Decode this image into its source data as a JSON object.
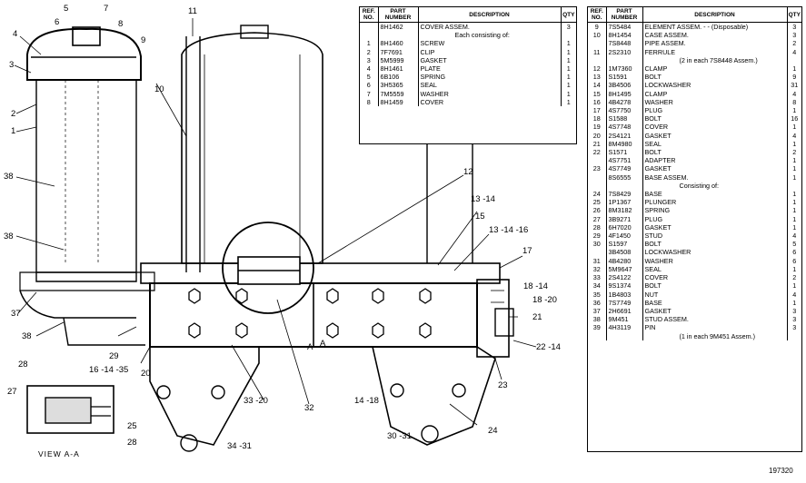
{
  "callouts": [
    "1",
    "2",
    "3",
    "4",
    "5",
    "6",
    "7",
    "8",
    "9",
    "11",
    "10",
    "38",
    "38",
    "37",
    "38",
    "29",
    "16 -14 -35",
    "20",
    "33 -20",
    "32",
    "14 -18",
    "30 -31",
    "34 -31",
    "24",
    "23",
    "22 -14",
    "21",
    "18 -20",
    "18 -14",
    "17",
    "13 -14 -16",
    "15",
    "13 -14",
    "12",
    "A",
    "A",
    "28",
    "27",
    "25",
    "28"
  ],
  "view_label": "VIEW A-A",
  "figure_number": "197320",
  "table1": {
    "headers": {
      "ref": "REF. NO.",
      "part": "PART NUMBER",
      "desc": "DESCRIPTION",
      "qty": "QTY"
    },
    "rows": [
      {
        "ref": "",
        "part": "8H1462",
        "desc": "COVER ASSEM.",
        "qty": "3"
      },
      {
        "ref": "",
        "part": "",
        "desc": "Each consisting of:",
        "qty": ""
      },
      {
        "ref": "1",
        "part": "8H1460",
        "desc": "SCREW",
        "qty": "1"
      },
      {
        "ref": "2",
        "part": "7F7691",
        "desc": "CLIP",
        "qty": "1"
      },
      {
        "ref": "3",
        "part": "5M5999",
        "desc": "GASKET",
        "qty": "1"
      },
      {
        "ref": "4",
        "part": "8H1461",
        "desc": "PLATE",
        "qty": "1"
      },
      {
        "ref": "5",
        "part": "6B106",
        "desc": "SPRING",
        "qty": "1"
      },
      {
        "ref": "6",
        "part": "3H5365",
        "desc": "SEAL",
        "qty": "1"
      },
      {
        "ref": "7",
        "part": "7M5559",
        "desc": "WASHER",
        "qty": "1"
      },
      {
        "ref": "8",
        "part": "8H1459",
        "desc": "COVER",
        "qty": "1"
      }
    ]
  },
  "table2": {
    "headers": {
      "ref": "REF. NO.",
      "part": "PART NUMBER",
      "desc": "DESCRIPTION",
      "qty": "QTY"
    },
    "rows": [
      {
        "ref": "9",
        "part": "7S5484",
        "desc": "ELEMENT ASSEM. - - (Disposable)",
        "qty": "3"
      },
      {
        "ref": "10",
        "part": "8H1454",
        "desc": "CASE ASSEM.",
        "qty": "3"
      },
      {
        "ref": "",
        "part": "7S8448",
        "desc": "PIPE ASSEM.",
        "qty": "2"
      },
      {
        "ref": "11",
        "part": "2S2310",
        "desc": "FERRULE",
        "qty": "4"
      },
      {
        "ref": "",
        "part": "",
        "desc": "(2 in each 7S8448 Assem.)",
        "qty": ""
      },
      {
        "ref": "12",
        "part": "1M7360",
        "desc": "CLAMP",
        "qty": "1"
      },
      {
        "ref": "13",
        "part": "S1591",
        "desc": "BOLT",
        "qty": "9"
      },
      {
        "ref": "14",
        "part": "3B4506",
        "desc": "LOCKWASHER",
        "qty": "31"
      },
      {
        "ref": "15",
        "part": "8H1495",
        "desc": "CLAMP",
        "qty": "4"
      },
      {
        "ref": "16",
        "part": "4B4278",
        "desc": "WASHER",
        "qty": "8"
      },
      {
        "ref": "17",
        "part": "4S7750",
        "desc": "PLUG",
        "qty": "1"
      },
      {
        "ref": "18",
        "part": "S1588",
        "desc": "BOLT",
        "qty": "16"
      },
      {
        "ref": "19",
        "part": "4S7748",
        "desc": "COVER",
        "qty": "1"
      },
      {
        "ref": "20",
        "part": "2S4121",
        "desc": "GASKET",
        "qty": "4"
      },
      {
        "ref": "21",
        "part": "8M4980",
        "desc": "SEAL",
        "qty": "1"
      },
      {
        "ref": "22",
        "part": "S1571",
        "desc": "BOLT",
        "qty": "2"
      },
      {
        "ref": "",
        "part": "4S7751",
        "desc": "ADAPTER",
        "qty": "1"
      },
      {
        "ref": "23",
        "part": "4S7749",
        "desc": "GASKET",
        "qty": "1"
      },
      {
        "ref": "",
        "part": "8S6555",
        "desc": "BASE ASSEM.",
        "qty": "1"
      },
      {
        "ref": "",
        "part": "",
        "desc": "Consisting of:",
        "qty": ""
      },
      {
        "ref": "24",
        "part": "7S8429",
        "desc": "BASE",
        "qty": "1"
      },
      {
        "ref": "25",
        "part": "1P1367",
        "desc": "PLUNGER",
        "qty": "1"
      },
      {
        "ref": "26",
        "part": "8M3182",
        "desc": "SPRING",
        "qty": "1"
      },
      {
        "ref": "27",
        "part": "3B9271",
        "desc": "PLUG",
        "qty": "1"
      },
      {
        "ref": "28",
        "part": "6H7020",
        "desc": "GASKET",
        "qty": "1"
      },
      {
        "ref": "29",
        "part": "4F1450",
        "desc": "STUD",
        "qty": "4"
      },
      {
        "ref": "30",
        "part": "S1597",
        "desc": "BOLT",
        "qty": "5"
      },
      {
        "ref": "",
        "part": "3B4508",
        "desc": "LOCKWASHER",
        "qty": "6"
      },
      {
        "ref": "31",
        "part": "4B4280",
        "desc": "WASHER",
        "qty": "6"
      },
      {
        "ref": "32",
        "part": "5M9647",
        "desc": "SEAL",
        "qty": "1"
      },
      {
        "ref": "33",
        "part": "2S4122",
        "desc": "COVER",
        "qty": "2"
      },
      {
        "ref": "34",
        "part": "9S1374",
        "desc": "BOLT",
        "qty": "1"
      },
      {
        "ref": "35",
        "part": "1B4803",
        "desc": "NUT",
        "qty": "4"
      },
      {
        "ref": "36",
        "part": "7S7749",
        "desc": "BASE",
        "qty": "1"
      },
      {
        "ref": "37",
        "part": "2H6691",
        "desc": "GASKET",
        "qty": "3"
      },
      {
        "ref": "38",
        "part": "9M451",
        "desc": "STUD ASSEM.",
        "qty": "3"
      },
      {
        "ref": "39",
        "part": "4H3119",
        "desc": "PIN",
        "qty": "3"
      },
      {
        "ref": "",
        "part": "",
        "desc": "(1 in each 9M451 Assem.)",
        "qty": ""
      }
    ]
  }
}
